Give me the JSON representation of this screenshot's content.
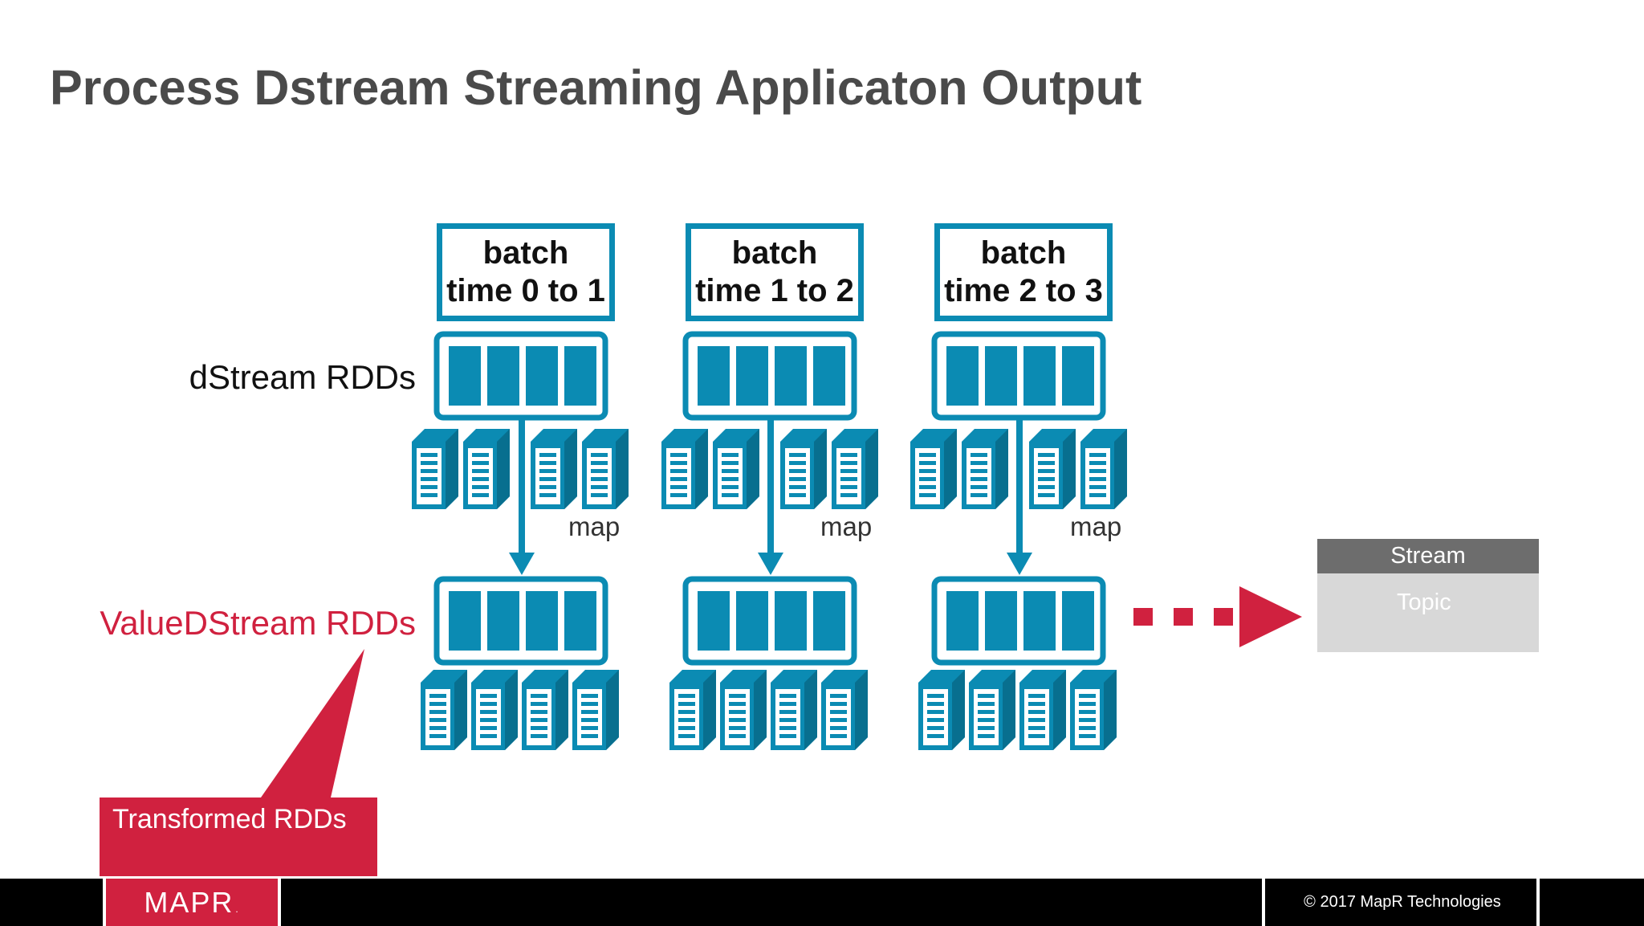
{
  "slide": {
    "title": "Process Dstream Streaming Applicaton Output"
  },
  "rows": {
    "dstream_label": "dStream RDDs",
    "value_label": "ValueDStream RDDs"
  },
  "batches": [
    {
      "line1": "batch",
      "line2": "time 0 to 1",
      "operation": "map"
    },
    {
      "line1": "batch",
      "line2": "time 1 to 2",
      "operation": "map"
    },
    {
      "line1": "batch",
      "line2": "time 2 to 3",
      "operation": "map"
    }
  ],
  "callout": {
    "text": "Transformed RDDs"
  },
  "stream": {
    "header": "Stream",
    "topic": "Topic"
  },
  "footer": {
    "logo": "MAPR",
    "logo_mark": ".",
    "copyright": "© 2017 MapR Technologies"
  },
  "colors": {
    "blue": "#0b8bb3",
    "red": "#d0213f",
    "title_gray": "#4a4a4a"
  },
  "icons": [
    "server-icon",
    "rdd-block-icon",
    "arrow-down-icon",
    "dotted-arrow-right-icon",
    "topic-cylinder-icon"
  ]
}
